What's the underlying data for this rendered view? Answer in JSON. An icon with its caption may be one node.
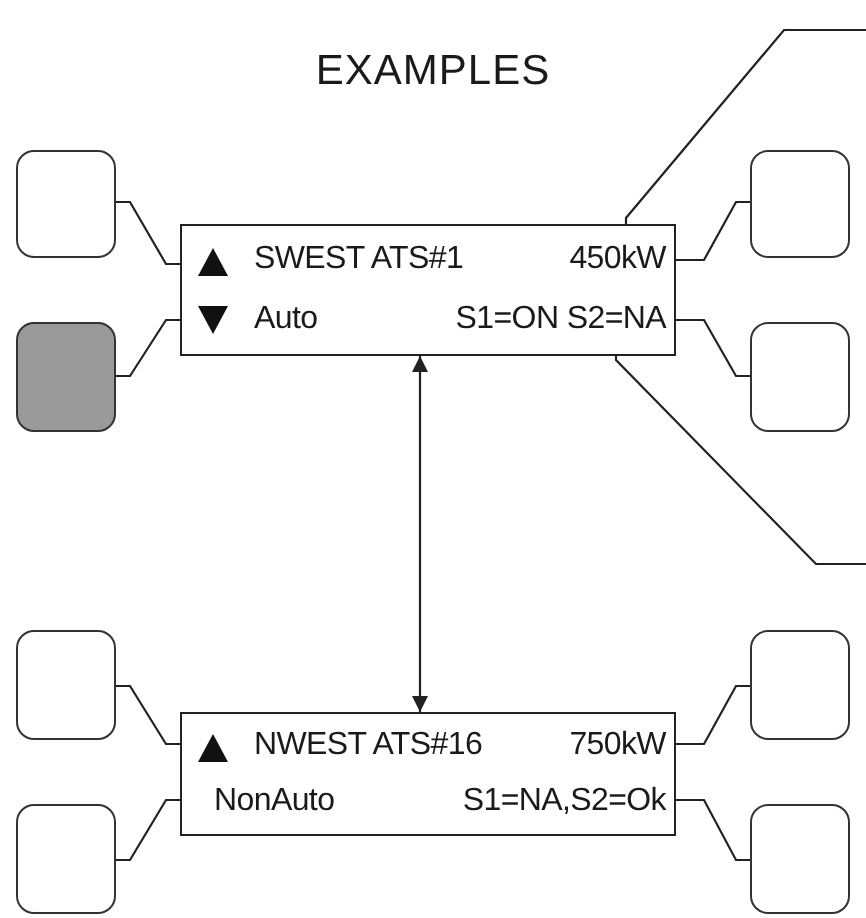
{
  "diagram": {
    "title": "EXAMPLES",
    "nodes": [
      {
        "text": [
          "SWEST ATS#1",
          "450kW",
          "Auto",
          "S1=ON S2=NA"
        ]
      },
      {
        "text": [
          "NWEST ATS#16",
          "750kW",
          "NonAuto",
          "S1=NA,S2=Ok"
        ]
      },
      {
        "text": [],
        "shape": "box"
      },
      {
        "text": [],
        "shape": "box"
      },
      {
        "text": [],
        "shape": "box"
      },
      {
        "text": [],
        "shape": "box"
      },
      {
        "text": [],
        "shape": "box"
      },
      {
        "text": [],
        "shape": "box"
      },
      {
        "text": [],
        "shape": "box"
      },
      {
        "text": [],
        "shape": "box"
      }
    ],
    "edges": [
      {
        "from": 2,
        "to": 0,
        "arrow": "none"
      },
      {
        "from": 3,
        "to": 0,
        "arrow": "none"
      },
      {
        "from": 4,
        "to": 0,
        "arrow": "none"
      },
      {
        "from": 5,
        "to": 0,
        "arrow": "none"
      },
      {
        "from": 0,
        "to": null,
        "arrow": "none"
      },
      {
        "from": 0,
        "to": null,
        "arrow": "none"
      },
      {
        "from": 0,
        "to": 1,
        "arrow": "both"
      },
      {
        "from": 6,
        "to": 1,
        "arrow": "none"
      },
      {
        "from": 7,
        "to": 1,
        "arrow": "none"
      },
      {
        "from": 8,
        "to": 1,
        "arrow": "none"
      },
      {
        "from": 9,
        "to": 1,
        "arrow": "none"
      }
    ]
  }
}
